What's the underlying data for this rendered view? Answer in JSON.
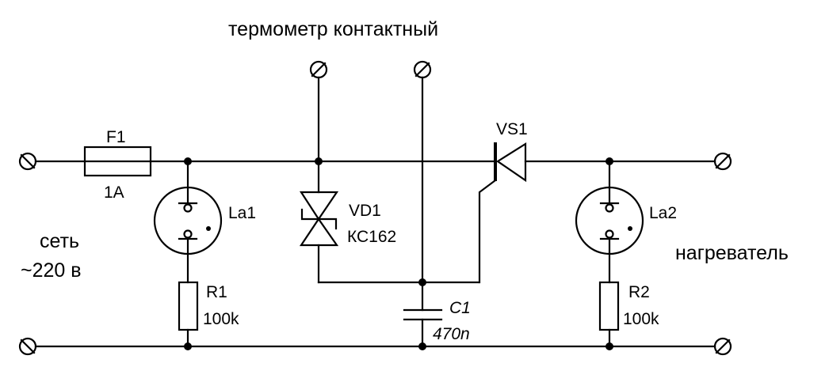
{
  "diagram": {
    "title": "термометр контактный",
    "input_label_line1": "сеть",
    "input_label_line2": "~220 в",
    "output_label": "нагреватель",
    "components": {
      "fuse": {
        "ref": "F1",
        "value": "1A"
      },
      "lamp1": {
        "ref": "La1"
      },
      "lamp2": {
        "ref": "La2"
      },
      "zener": {
        "ref": "VD1",
        "value": "КС162"
      },
      "thyristor": {
        "ref": "VS1"
      },
      "capacitor": {
        "ref": "C1",
        "value": "470n"
      },
      "resistor1": {
        "ref": "R1",
        "value": "100k"
      },
      "resistor2": {
        "ref": "R2",
        "value": "100k"
      }
    },
    "colors": {
      "ink": "#000000",
      "background": "#ffffff"
    }
  }
}
